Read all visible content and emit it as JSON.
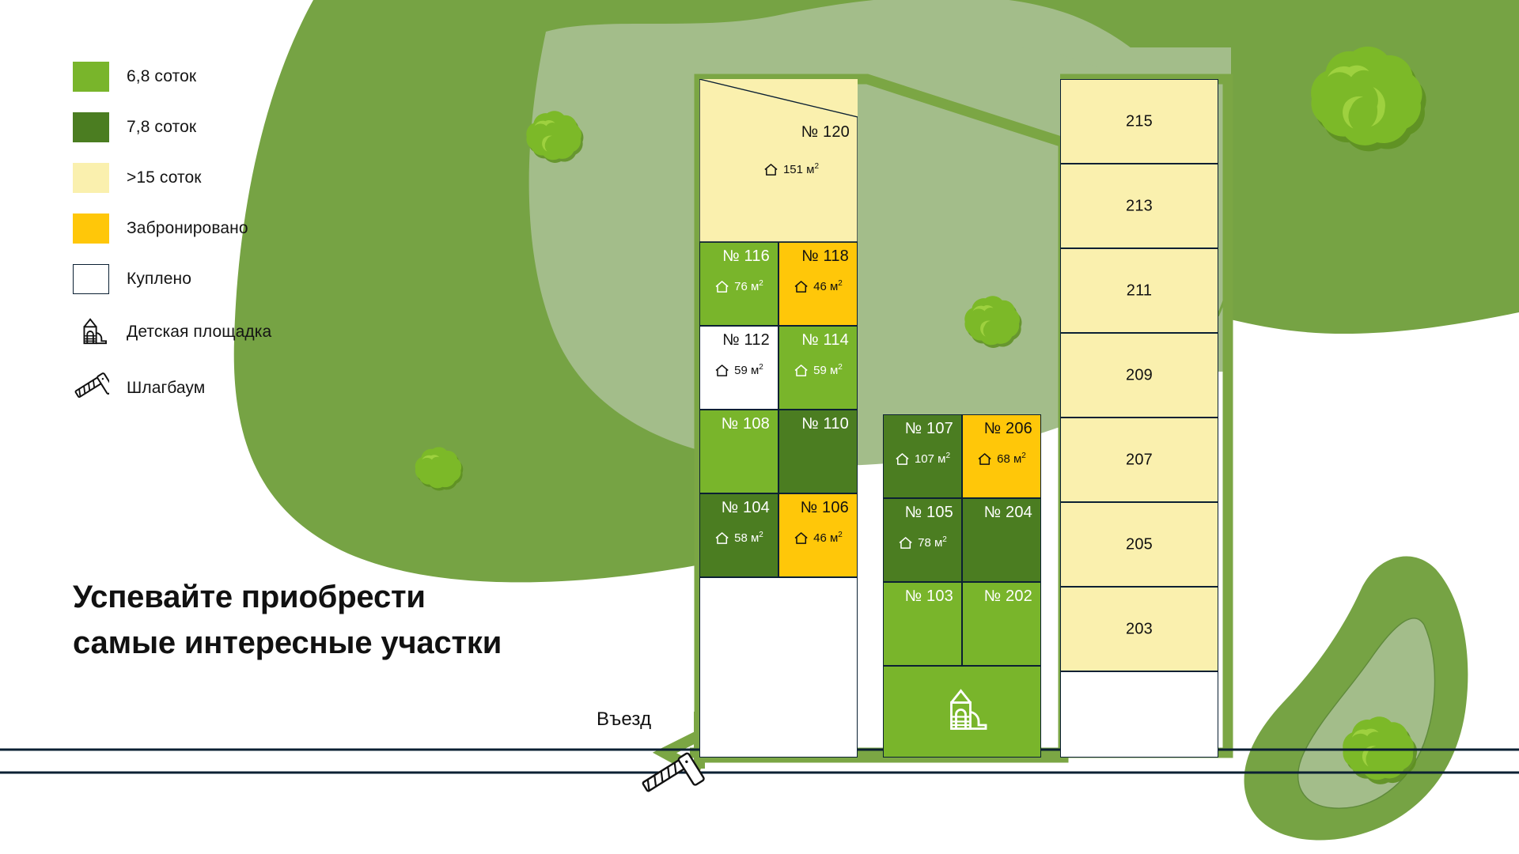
{
  "legend": {
    "items": [
      {
        "type": "swatch",
        "color": "#79b52b",
        "label": "6,8 соток",
        "key": "sw-green"
      },
      {
        "type": "swatch",
        "color": "#4b7d21",
        "label": "7,8 соток",
        "key": "sw-dark"
      },
      {
        "type": "swatch",
        "color": "#faf0ae",
        "label": ">15 соток",
        "key": "sw-cream"
      },
      {
        "type": "swatch",
        "color": "#ffc709",
        "label": "Забронировано",
        "key": "sw-gold"
      },
      {
        "type": "swatch",
        "color": "#ffffff",
        "label": "Куплено",
        "key": "sw-white"
      },
      {
        "type": "icon",
        "icon": "playground-icon",
        "label": "Детская площадка"
      },
      {
        "type": "icon",
        "icon": "barrier-icon",
        "label": "Шлагбаум"
      }
    ]
  },
  "headline": {
    "line1": "Успевайте приобрести",
    "line2": "самые интересные участки"
  },
  "entrance": {
    "label": "Въезд"
  },
  "units": {
    "sqm": "м",
    "sup": "2"
  },
  "blocks": {
    "left": {
      "name": "left-block",
      "plots": [
        {
          "id": "120",
          "num": "№ 120",
          "area": "151",
          "status": "cream"
        },
        {
          "id": "116",
          "num": "№ 116",
          "area": "76",
          "status": "green"
        },
        {
          "id": "118",
          "num": "№ 118",
          "area": "46",
          "status": "gold"
        },
        {
          "id": "112",
          "num": "№ 112",
          "area": "59",
          "status": "white"
        },
        {
          "id": "114",
          "num": "№ 114",
          "area": "59",
          "status": "green"
        },
        {
          "id": "108",
          "num": "№ 108",
          "area": "",
          "status": "green"
        },
        {
          "id": "110",
          "num": "№ 110",
          "area": "",
          "status": "dark"
        },
        {
          "id": "104",
          "num": "№ 104",
          "area": "58",
          "status": "dark"
        },
        {
          "id": "106",
          "num": "№ 106",
          "area": "46",
          "status": "gold"
        },
        {
          "id": "left-empty",
          "num": "",
          "area": "",
          "status": "white"
        }
      ]
    },
    "middle": {
      "name": "middle-block",
      "plots": [
        {
          "id": "107",
          "num": "№ 107",
          "area": "107",
          "status": "dark"
        },
        {
          "id": "206",
          "num": "№ 206",
          "area": "68",
          "status": "gold"
        },
        {
          "id": "105",
          "num": "№ 105",
          "area": "78",
          "status": "dark"
        },
        {
          "id": "204",
          "num": "№ 204",
          "area": "",
          "status": "dark"
        },
        {
          "id": "103",
          "num": "№ 103",
          "area": "",
          "status": "green"
        },
        {
          "id": "202",
          "num": "№ 202",
          "area": "",
          "status": "green"
        },
        {
          "id": "playground",
          "num": "",
          "area": "",
          "status": "green",
          "icon": "playground-icon"
        }
      ]
    },
    "right": {
      "name": "right-block",
      "plots": [
        {
          "id": "215",
          "num": "215",
          "status": "cream"
        },
        {
          "id": "213",
          "num": "213",
          "status": "cream"
        },
        {
          "id": "211",
          "num": "211",
          "status": "cream"
        },
        {
          "id": "209",
          "num": "209",
          "status": "cream"
        },
        {
          "id": "207",
          "num": "207",
          "status": "cream"
        },
        {
          "id": "205",
          "num": "205",
          "status": "cream"
        },
        {
          "id": "203",
          "num": "203",
          "status": "cream"
        },
        {
          "id": "right-empty",
          "num": "",
          "status": "white"
        }
      ]
    }
  },
  "colors": {
    "green": "#79b52b",
    "dark_green": "#4b7d21",
    "cream": "#faf0ae",
    "gold": "#ffc709",
    "white": "#ffffff",
    "outline": "#0b2033",
    "field_outer": "#76a344",
    "field_inner": "#a3bd8a",
    "road_border": "#7ba644",
    "tree": "#7cb928"
  }
}
